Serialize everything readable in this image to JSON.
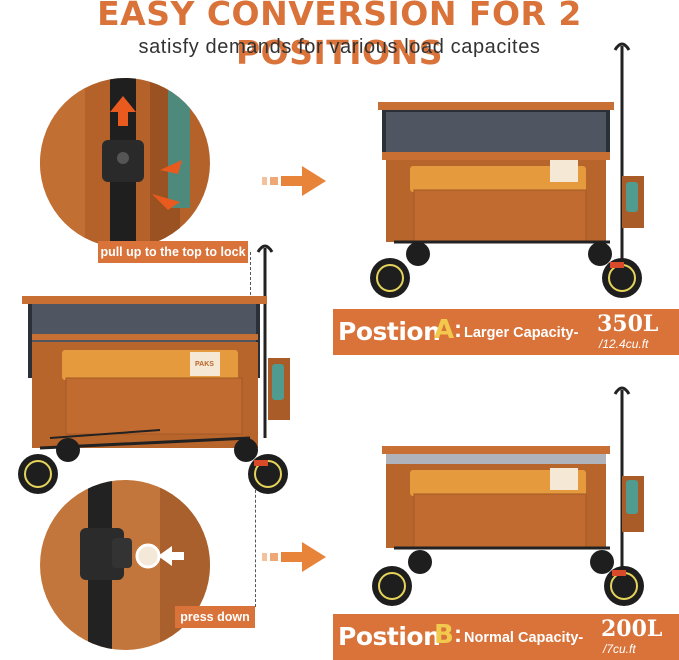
{
  "header": {
    "title": "EASY CONVERSION FOR 2 POSITIONS",
    "subtitle": "satisfy demands for various load capacites"
  },
  "callouts": {
    "pull_label": "pull up to the top to lock",
    "press_label": "press down"
  },
  "positions": [
    {
      "word": "Postion",
      "letter": "A",
      "colon": ":",
      "capacity_label": "Larger Capacity-",
      "volume": "350L",
      "cubic_feet": "/12.4cu.ft"
    },
    {
      "word": "Postion",
      "letter": "B",
      "colon": ":",
      "capacity_label": "Normal Capacity-",
      "volume": "200L",
      "cubic_feet": "/7cu.ft"
    }
  ],
  "brand_badge": "PAKS",
  "colors": {
    "accent": "#d9733a",
    "highlight": "#f2c94c",
    "wagon_body": "#b8652c",
    "frame": "#222222"
  }
}
